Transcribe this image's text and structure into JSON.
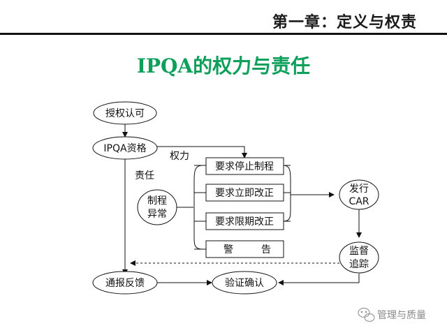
{
  "header": {
    "chapter": "第一章：定义与权责",
    "title": "IPQA的权力与责任"
  },
  "nodes": {
    "authorize": "授权认可",
    "qualification": "IPQA资格",
    "abnormal_line1": "制程",
    "abnormal_line2": "异常",
    "stop": "要求停止制程",
    "correct_now": "要求立即改正",
    "correct_deadline": "要求限期改正",
    "warning_left": "警",
    "warning_right": "告",
    "car_line1": "发行",
    "car_line2": "CAR",
    "monitor_line1": "监督",
    "monitor_line2": "追踪",
    "report": "通报反馈",
    "verify": "验证确认"
  },
  "labels": {
    "power": "权力",
    "duty": "责任"
  },
  "watermark": {
    "icon": "wechat-icon",
    "text": "管理与质量"
  }
}
